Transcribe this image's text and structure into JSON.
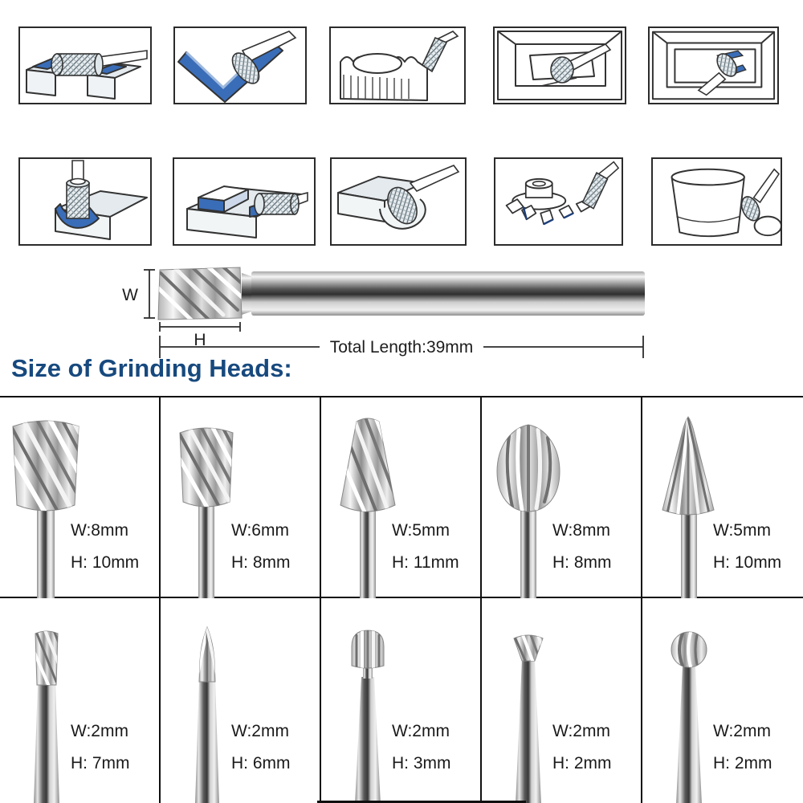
{
  "section_title": "Size of Grinding Heads:",
  "dimension_diagram": {
    "w_label": "W",
    "h_label": "H",
    "total_length_label": "Total Length:39mm"
  },
  "usage_illustrations": {
    "row1": [
      {
        "name": "cylinder-burr-grinding-slot"
      },
      {
        "name": "burr-grinding-v-groove"
      },
      {
        "name": "burr-deburring-gear-teeth"
      },
      {
        "name": "ball-burr-grinding-inside-frame"
      },
      {
        "name": "burr-grinding-box-cavity"
      }
    ],
    "row2": [
      {
        "name": "cylinder-burr-rounding-edge"
      },
      {
        "name": "cylinder-burr-grinding-step-channel"
      },
      {
        "name": "oval-burr-grinding-round-pocket"
      },
      {
        "name": "taper-burr-deburring-impeller-fins"
      },
      {
        "name": "flame-burr-grinding-large-cylinder"
      }
    ]
  },
  "size_grid": {
    "cells": [
      {
        "shape": "large-cylinder-burr",
        "w": "W:8mm",
        "h": "H: 10mm"
      },
      {
        "shape": "cylinder-burr",
        "w": "W:6mm",
        "h": "H: 8mm"
      },
      {
        "shape": "taper-round-nose-burr",
        "w": "W:5mm",
        "h": "H: 11mm"
      },
      {
        "shape": "oval-burr",
        "w": "W:8mm",
        "h": "H: 8mm"
      },
      {
        "shape": "cone-burr",
        "w": "W:5mm",
        "h": "H: 10mm"
      },
      {
        "shape": "small-cylinder-burr",
        "w": "W:2mm",
        "h": "H: 7mm"
      },
      {
        "shape": "small-pointed-cone-burr",
        "w": "W:2mm",
        "h": "H: 6mm"
      },
      {
        "shape": "small-dome-burr",
        "w": "W:2mm",
        "h": "H: 3mm"
      },
      {
        "shape": "small-inverted-cone-burr",
        "w": "W:2mm",
        "h": "H: 2mm"
      },
      {
        "shape": "small-ball-burr",
        "w": "W:2mm",
        "h": "H: 2mm"
      }
    ]
  },
  "colors": {
    "title_blue": "#17497e",
    "illustration_blue": "#3a6db8",
    "line_dark": "#2b2b2b",
    "grid_border": "#101010"
  }
}
